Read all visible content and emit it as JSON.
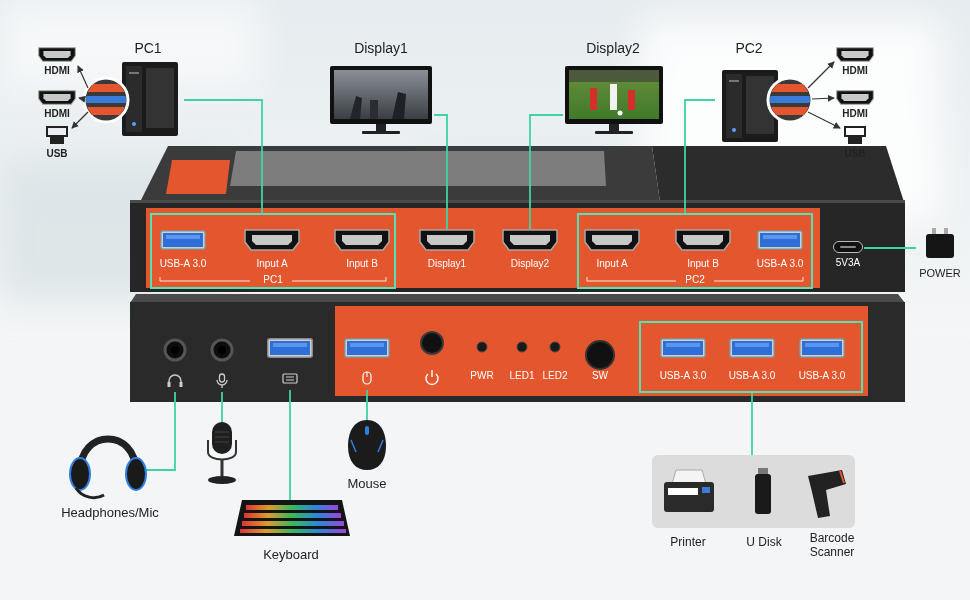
{
  "diagram": {
    "nodes": [
      {
        "text": [
          "PC1"
        ]
      },
      {
        "text": [
          "Display1"
        ]
      },
      {
        "text": [
          "Display2"
        ]
      },
      {
        "text": [
          "PC2"
        ]
      },
      {
        "text": [
          "PC1"
        ]
      },
      {
        "text": [
          "USB-A 3.0"
        ],
        "in": 4
      },
      {
        "text": [
          "Input A"
        ],
        "in": 4
      },
      {
        "text": [
          "Input B"
        ],
        "in": 4
      },
      {
        "text": [
          "Display1"
        ]
      },
      {
        "text": [
          "Display2"
        ]
      },
      {
        "text": [
          "PC2"
        ]
      },
      {
        "text": [
          "Input A"
        ],
        "in": 10
      },
      {
        "text": [
          "Input B"
        ],
        "in": 10
      },
      {
        "text": [
          "USB-A 3.0"
        ],
        "in": 10
      },
      {
        "text": [
          "5V3A"
        ]
      },
      {
        "text": [
          "POWER"
        ]
      },
      {
        "text": [
          "PWR"
        ]
      },
      {
        "text": [
          "LED1"
        ]
      },
      {
        "text": [
          "LED2"
        ]
      },
      {
        "text": [
          "SW"
        ]
      },
      {
        "text": [
          "USB-A 3.0"
        ]
      },
      {
        "text": [
          "USB-A 3.0"
        ]
      },
      {
        "text": [
          "USB-A 3.0"
        ]
      },
      {
        "text": [
          "Headphones/Mic"
        ]
      },
      {
        "text": [
          "Mouse"
        ]
      },
      {
        "text": [
          "Keyboard"
        ]
      },
      {
        "text": [
          "Printer"
        ]
      },
      {
        "text": [
          "U Disk"
        ]
      },
      {
        "text": [
          "Barcode Scanner"
        ]
      }
    ],
    "edges": [
      {
        "from": 0,
        "to": 4,
        "arrow": "none"
      },
      {
        "from": 1,
        "to": 8,
        "arrow": "none"
      },
      {
        "from": 2,
        "to": 9,
        "arrow": "none"
      },
      {
        "from": 3,
        "to": 10,
        "arrow": "none"
      },
      {
        "from": 14,
        "to": 15,
        "arrow": "none"
      }
    ],
    "labels": [
      "HDMI",
      "HDMI",
      "USB",
      "HDMI",
      "HDMI",
      "USB"
    ]
  }
}
